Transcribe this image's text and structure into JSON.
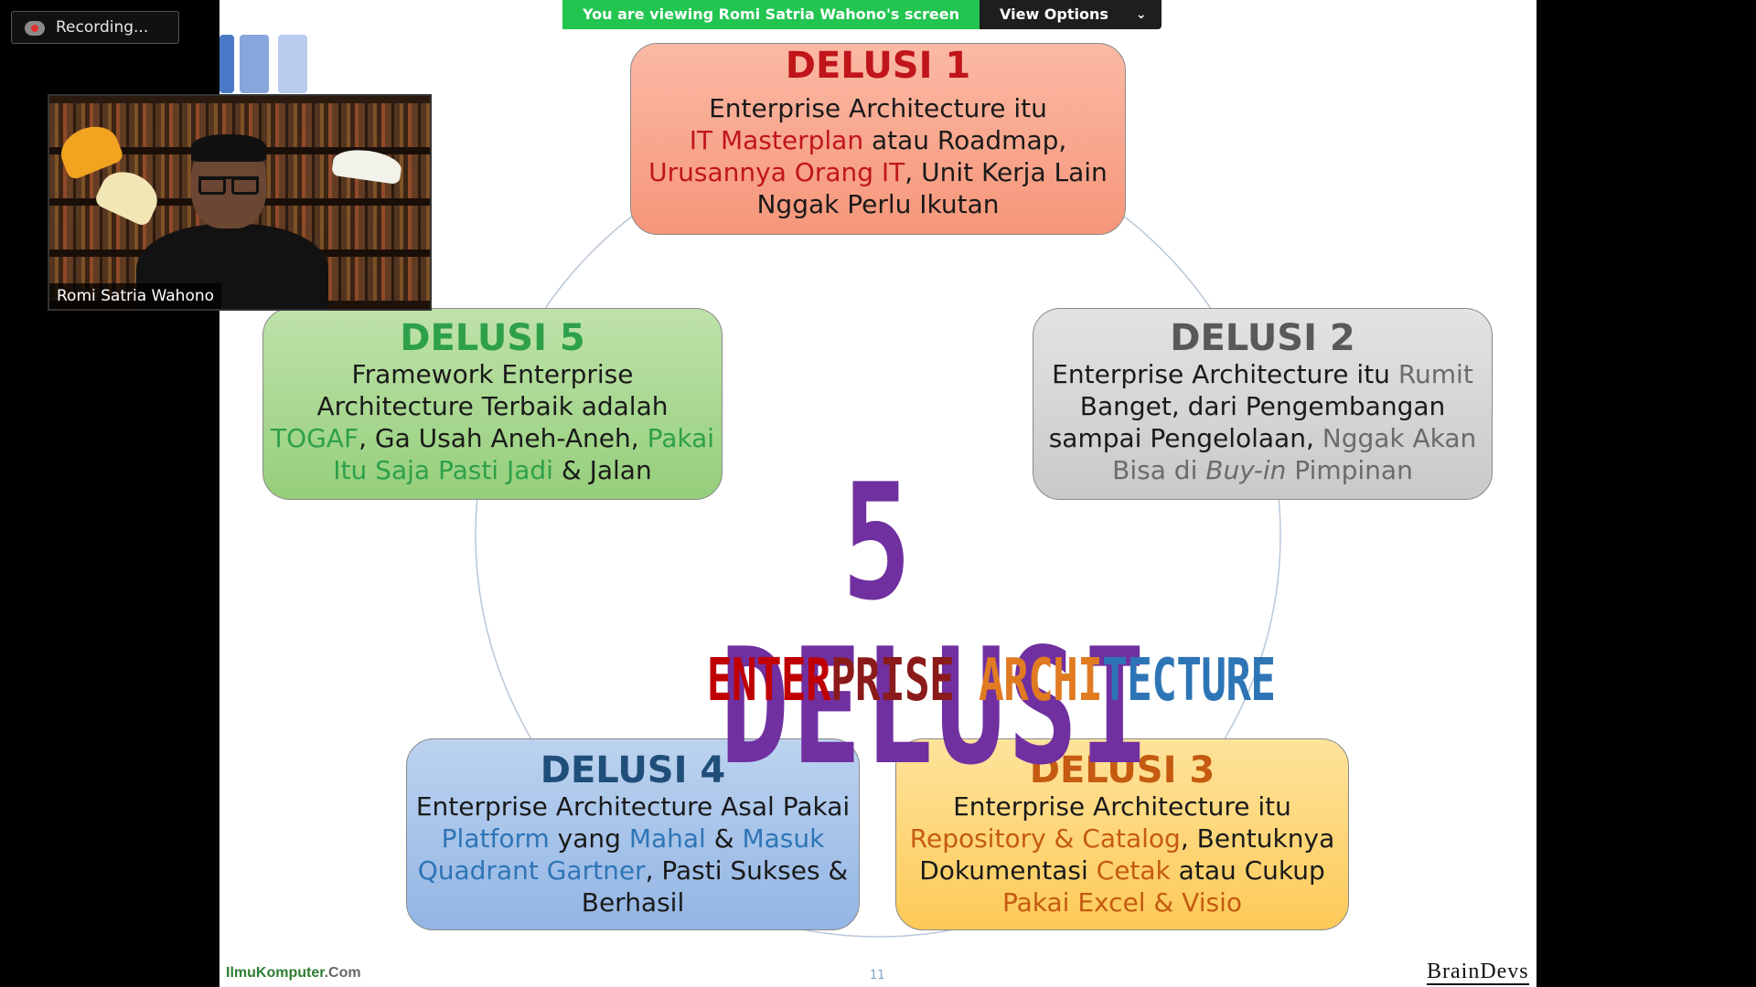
{
  "zoom": {
    "recording_label": "Recording...",
    "banner_text": "You are viewing Romi Satria Wahono's screen",
    "view_options_label": "View Options",
    "participant_name": "Romi Satria Wahono"
  },
  "slide": {
    "title_main": "5 DELUSI",
    "title_sub": {
      "a": "ENTER",
      "b": "PRISE ",
      "c": "ARCHI",
      "d": "TECTURE"
    },
    "delusi1": {
      "title": "DELUSI 1",
      "l1": "Enterprise Architecture itu",
      "l2a": "IT Masterplan",
      "l2b": " atau Roadmap,",
      "l3a": "Urusannya Orang IT",
      "l3b": ", Unit Kerja Lain",
      "l4": "Nggak Perlu Ikutan"
    },
    "delusi2": {
      "title": "DELUSI 2",
      "l1a": "Enterprise Architecture itu ",
      "l1b": "Rumit",
      "l2": "Banget, dari Pengembangan",
      "l3a": "sampai Pengelolaan, ",
      "l3b": "Nggak Akan",
      "l4a": "Bisa di ",
      "l4b": "Buy-in",
      "l4c": " Pimpinan"
    },
    "delusi3": {
      "title": "DELUSI 3",
      "l1": "Enterprise Architecture itu",
      "l2a": "Repository & Catalog",
      "l2b": ", Bentuknya",
      "l3a": "Dokumentasi ",
      "l3b": "Cetak",
      "l3c": " atau Cukup",
      "l4": "Pakai Excel & Visio"
    },
    "delusi4": {
      "title": "DELUSI 4",
      "l1": "Enterprise Architecture Asal Pakai",
      "l2a": "Platform",
      "l2b": " yang ",
      "l2c": "Mahal",
      "l2d": " & ",
      "l2e": "Masuk",
      "l3a": "Quadrant Gartner",
      "l3b": ", Pasti Sukses &",
      "l4": "Berhasil"
    },
    "delusi5": {
      "title": "DELUSI 5",
      "l1": "Framework Enterprise",
      "l2": "Architecture Terbaik adalah",
      "l3a": "TOGAF",
      "l3b": ", Ga Usah Aneh-Aneh, ",
      "l3c": "Pakai",
      "l4a": "Itu Saja Pasti Jadi",
      "l4b": " & Jalan"
    },
    "footer_left_a": "IlmuKomputer",
    "footer_left_b": ".Com",
    "page_number": "11",
    "footer_right": "BrainDevs"
  }
}
